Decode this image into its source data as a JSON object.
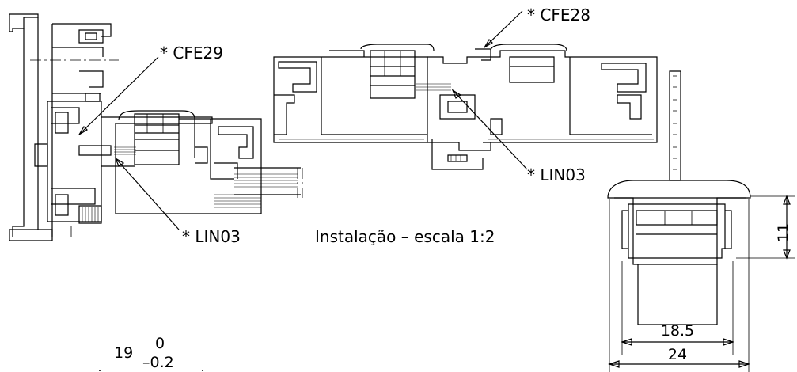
{
  "labels": {
    "cfe29": "* CFE29",
    "cfe28": "* CFE28",
    "lin03_left": "* LIN03",
    "lin03_right": "* LIN03",
    "installation": "Instalação – escala 1:2"
  },
  "dimensions": {
    "height": "11",
    "inner_width": "18.5",
    "outer_width": "24",
    "tolerance_base": "19",
    "tolerance_upper": "0",
    "tolerance_lower": "–0.2"
  }
}
